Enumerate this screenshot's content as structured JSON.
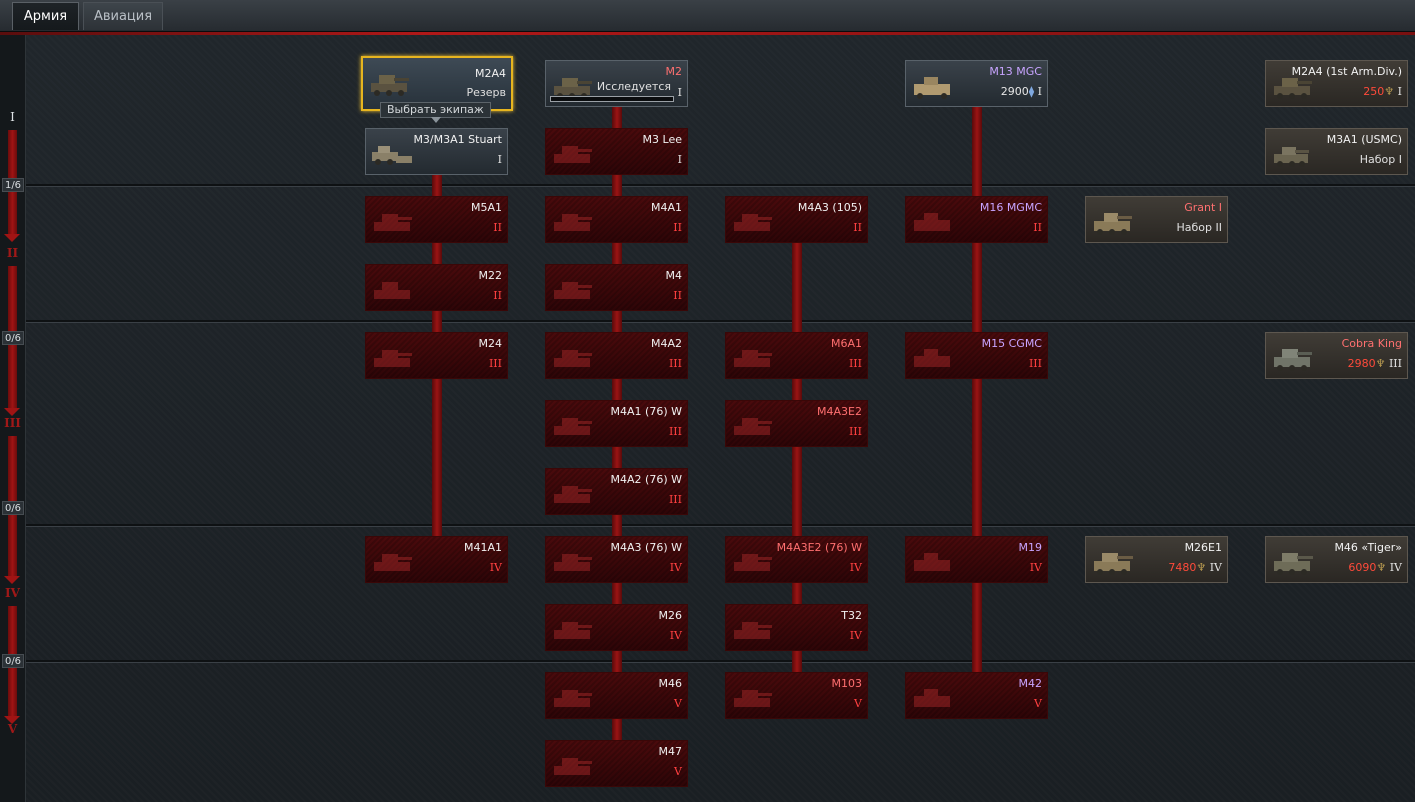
{
  "tabs": [
    {
      "label": "Армия",
      "active": true
    },
    {
      "label": "Авиация",
      "active": false
    }
  ],
  "ranks": [
    {
      "roman": "I",
      "open": true,
      "count": "1/6"
    },
    {
      "roman": "II",
      "open": false,
      "count": "0/6"
    },
    {
      "roman": "III",
      "open": false,
      "count": "0/6"
    },
    {
      "roman": "IV",
      "open": false,
      "count": "0/6"
    },
    {
      "roman": "V",
      "open": false,
      "count": ""
    }
  ],
  "tooltip": "Выбрать экипаж",
  "colors": {
    "locked_bg": "#3a0709",
    "selected_border": "#e7b51f",
    "rank_locked": "#a01818",
    "name_red": "#ff7070",
    "name_violet": "#c8a4ff"
  },
  "vehicles": [
    {
      "id": "m2a4",
      "name": "M2A4",
      "rank": "",
      "status": "Резерв",
      "state": "selected",
      "name_color": "white"
    },
    {
      "id": "m2",
      "name": "M2",
      "rank": "I",
      "status": "Исследуется",
      "state": "researching",
      "name_color": "red"
    },
    {
      "id": "m13mgc",
      "name": "M13 MGC",
      "rank": "I",
      "cost": "2900",
      "state": "unlocked",
      "name_color": "violet"
    },
    {
      "id": "m2a4-1st",
      "name": "M2A4 (1st Arm.Div.)",
      "rank": "I",
      "cost": "250",
      "state": "premium",
      "name_color": "white"
    },
    {
      "id": "m3-stuart",
      "name": "M3/M3A1 Stuart",
      "rank": "I",
      "state": "unlocked",
      "name_color": "white"
    },
    {
      "id": "m3lee",
      "name": "M3 Lee",
      "rank": "I",
      "state": "locked",
      "name_color": "white"
    },
    {
      "id": "m3a1-usmc",
      "name": "M3A1 (USMC)",
      "rank": "Набор I",
      "state": "premium",
      "name_color": "white"
    },
    {
      "id": "m5a1",
      "name": "M5A1",
      "rank": "II",
      "state": "locked",
      "name_color": "white"
    },
    {
      "id": "m4a1",
      "name": "M4A1",
      "rank": "II",
      "state": "locked",
      "name_color": "white"
    },
    {
      "id": "m4a3-105",
      "name": "M4A3 (105)",
      "rank": "II",
      "state": "locked",
      "name_color": "white"
    },
    {
      "id": "m16mgmc",
      "name": "M16 MGMC",
      "rank": "II",
      "state": "locked",
      "name_color": "violet"
    },
    {
      "id": "grant1",
      "name": "Grant I",
      "rank": "Набор II",
      "state": "premium",
      "name_color": "red"
    },
    {
      "id": "m22",
      "name": "M22",
      "rank": "II",
      "state": "locked",
      "name_color": "white"
    },
    {
      "id": "m4",
      "name": "M4",
      "rank": "II",
      "state": "locked",
      "name_color": "white"
    },
    {
      "id": "m24",
      "name": "M24",
      "rank": "III",
      "state": "locked",
      "name_color": "white"
    },
    {
      "id": "m4a2",
      "name": "M4A2",
      "rank": "III",
      "state": "locked",
      "name_color": "white"
    },
    {
      "id": "m6a1",
      "name": "M6A1",
      "rank": "III",
      "state": "locked",
      "name_color": "red"
    },
    {
      "id": "m15cgmc",
      "name": "M15 CGMC",
      "rank": "III",
      "state": "locked",
      "name_color": "violet"
    },
    {
      "id": "cobra-king",
      "name": "Cobra King",
      "rank": "III",
      "cost": "2980",
      "state": "premium",
      "name_color": "red"
    },
    {
      "id": "m4a1-76w",
      "name": "M4A1 (76) W",
      "rank": "III",
      "state": "locked",
      "name_color": "white"
    },
    {
      "id": "m4a3e2",
      "name": "M4A3E2",
      "rank": "III",
      "state": "locked",
      "name_color": "red"
    },
    {
      "id": "m4a2-76w",
      "name": "M4A2 (76) W",
      "rank": "III",
      "state": "locked",
      "name_color": "white"
    },
    {
      "id": "m41a1",
      "name": "M41A1",
      "rank": "IV",
      "state": "locked",
      "name_color": "white"
    },
    {
      "id": "m4a3-76w",
      "name": "M4A3 (76) W",
      "rank": "IV",
      "state": "locked",
      "name_color": "white"
    },
    {
      "id": "m4a3e2-76w",
      "name": "M4A3E2 (76) W",
      "rank": "IV",
      "state": "locked",
      "name_color": "red"
    },
    {
      "id": "m19",
      "name": "M19",
      "rank": "IV",
      "state": "locked",
      "name_color": "violet"
    },
    {
      "id": "m26e1",
      "name": "M26E1",
      "rank": "IV",
      "cost": "7480",
      "state": "premium",
      "name_color": "white"
    },
    {
      "id": "m46-tiger",
      "name": "M46 «Tiger»",
      "rank": "IV",
      "cost": "6090",
      "state": "premium",
      "name_color": "white"
    },
    {
      "id": "m26",
      "name": "M26",
      "rank": "IV",
      "state": "locked",
      "name_color": "white"
    },
    {
      "id": "t32",
      "name": "T32",
      "rank": "IV",
      "state": "locked",
      "name_color": "white"
    },
    {
      "id": "m46",
      "name": "M46",
      "rank": "V",
      "state": "locked",
      "name_color": "white"
    },
    {
      "id": "m103",
      "name": "M103",
      "rank": "V",
      "state": "locked",
      "name_color": "red"
    },
    {
      "id": "m42",
      "name": "M42",
      "rank": "V",
      "state": "locked",
      "name_color": "violet"
    },
    {
      "id": "m47",
      "name": "M47",
      "rank": "V",
      "state": "locked",
      "name_color": "white"
    }
  ]
}
